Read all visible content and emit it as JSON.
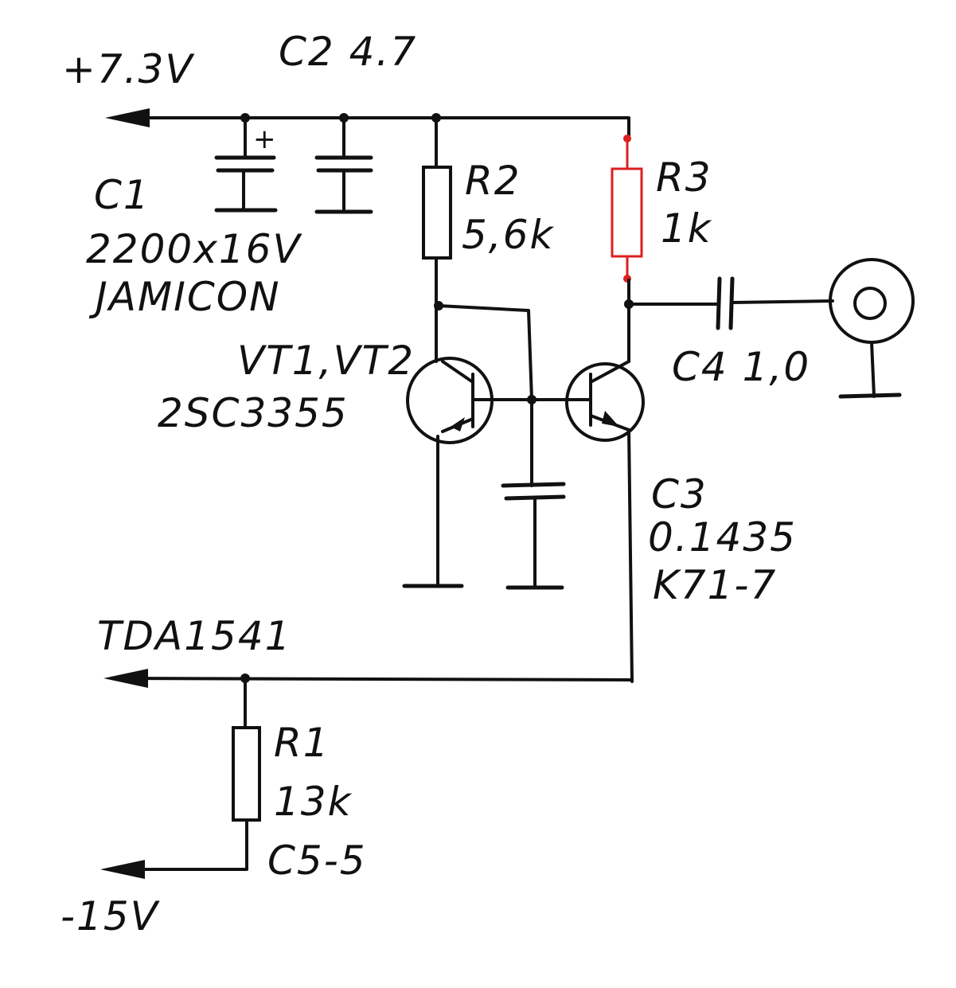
{
  "supply": {
    "positive": "+7.3V",
    "negative": "-15V"
  },
  "input": {
    "label": "TDA1541"
  },
  "components": {
    "c1": {
      "ref": "C1",
      "value": "2200x16V",
      "brand": "JAMICON",
      "polarity_mark": "+"
    },
    "c2": {
      "label": "C2 4.7"
    },
    "r1": {
      "ref": "R1",
      "value": "13k",
      "type": "C5-5"
    },
    "r2": {
      "ref": "R2",
      "value": "5,6k"
    },
    "r3": {
      "ref": "R3",
      "value": "1k",
      "highlight_color": "#dd1f1f"
    },
    "transistors": {
      "ref": "VT1,VT2",
      "part": "2SC3355"
    },
    "c3": {
      "ref": "C3",
      "value": "0.1435",
      "type": "K71-7"
    },
    "c4": {
      "label": "C4 1,0"
    }
  }
}
